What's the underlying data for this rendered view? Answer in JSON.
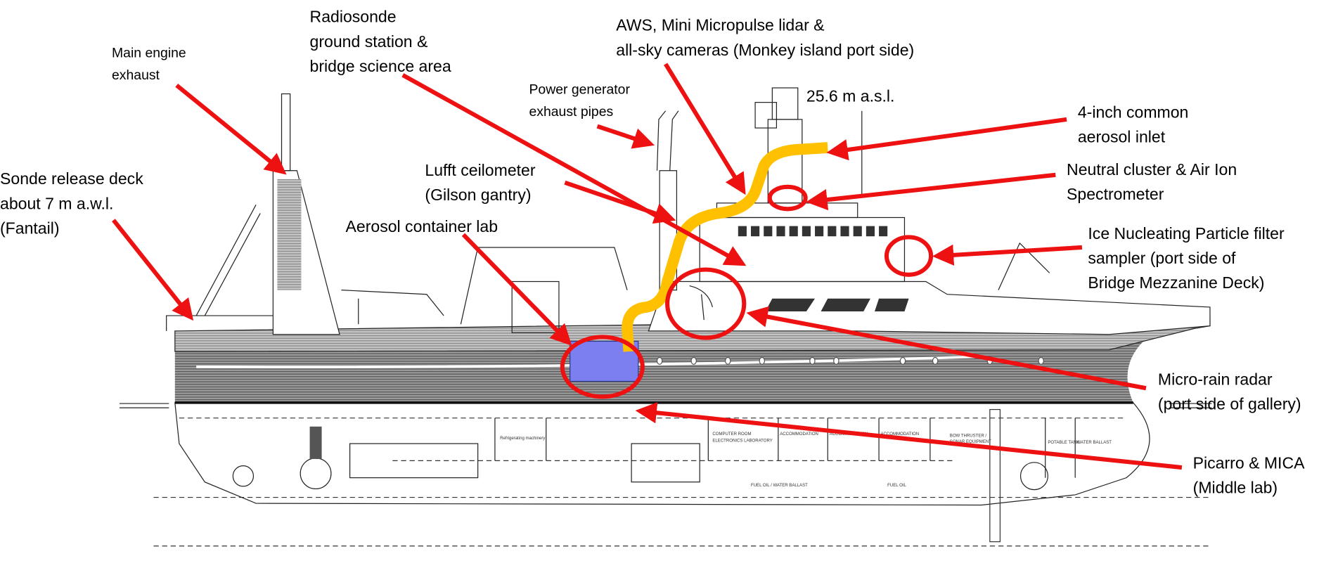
{
  "labels": {
    "radiosonde": [
      "Radiosonde",
      "ground station &",
      "bridge science area"
    ],
    "main_engine": [
      "Main engine",
      "exhaust"
    ],
    "aws": [
      "AWS, Mini Micropulse lidar &",
      "all-sky cameras (Monkey island port side)"
    ],
    "power_gen": [
      "Power generator",
      "exhaust pipes"
    ],
    "height": "25.6 m a.s.l.",
    "inlet": [
      "4-inch common",
      "aerosol inlet"
    ],
    "neutral": [
      "Neutral cluster & Air Ion",
      "Spectrometer"
    ],
    "sonde_deck": [
      "Sonde release deck",
      "about 7 m a.w.l.",
      "(Fantail)"
    ],
    "lufft": [
      "Lufft ceilometer",
      "(Gilson gantry)"
    ],
    "aerosol_lab": "Aerosol container lab",
    "inp": [
      "Ice Nucleating Particle filter",
      "sampler (port side of",
      "Bridge Mezzanine Deck)"
    ],
    "micro_rain": [
      "Micro-rain radar",
      "(port side of gallery)"
    ],
    "picarro": [
      "Picarro & MICA",
      "(Middle lab)"
    ]
  },
  "compartments": {
    "refrigerating": "Refrigerating machinery",
    "computer_room": [
      "COMPUTER ROOM",
      "ELECTRONICS LABORATORY"
    ],
    "accommodation": "ACCOMMODATION",
    "bow_thruster": [
      "BOW THRUSTER /",
      "SONAR EQUIPMENT"
    ],
    "potable": "POTABLE TANK",
    "water_ballast": "WATER BALLAST",
    "fuel_water": "FUEL OIL / WATER BALLAST",
    "fuel_oil": "FUEL OIL"
  },
  "colors": {
    "annotation": "#ee1111",
    "inlet_pipe": "#ffc000",
    "container_lab": "#7b7ff0"
  }
}
